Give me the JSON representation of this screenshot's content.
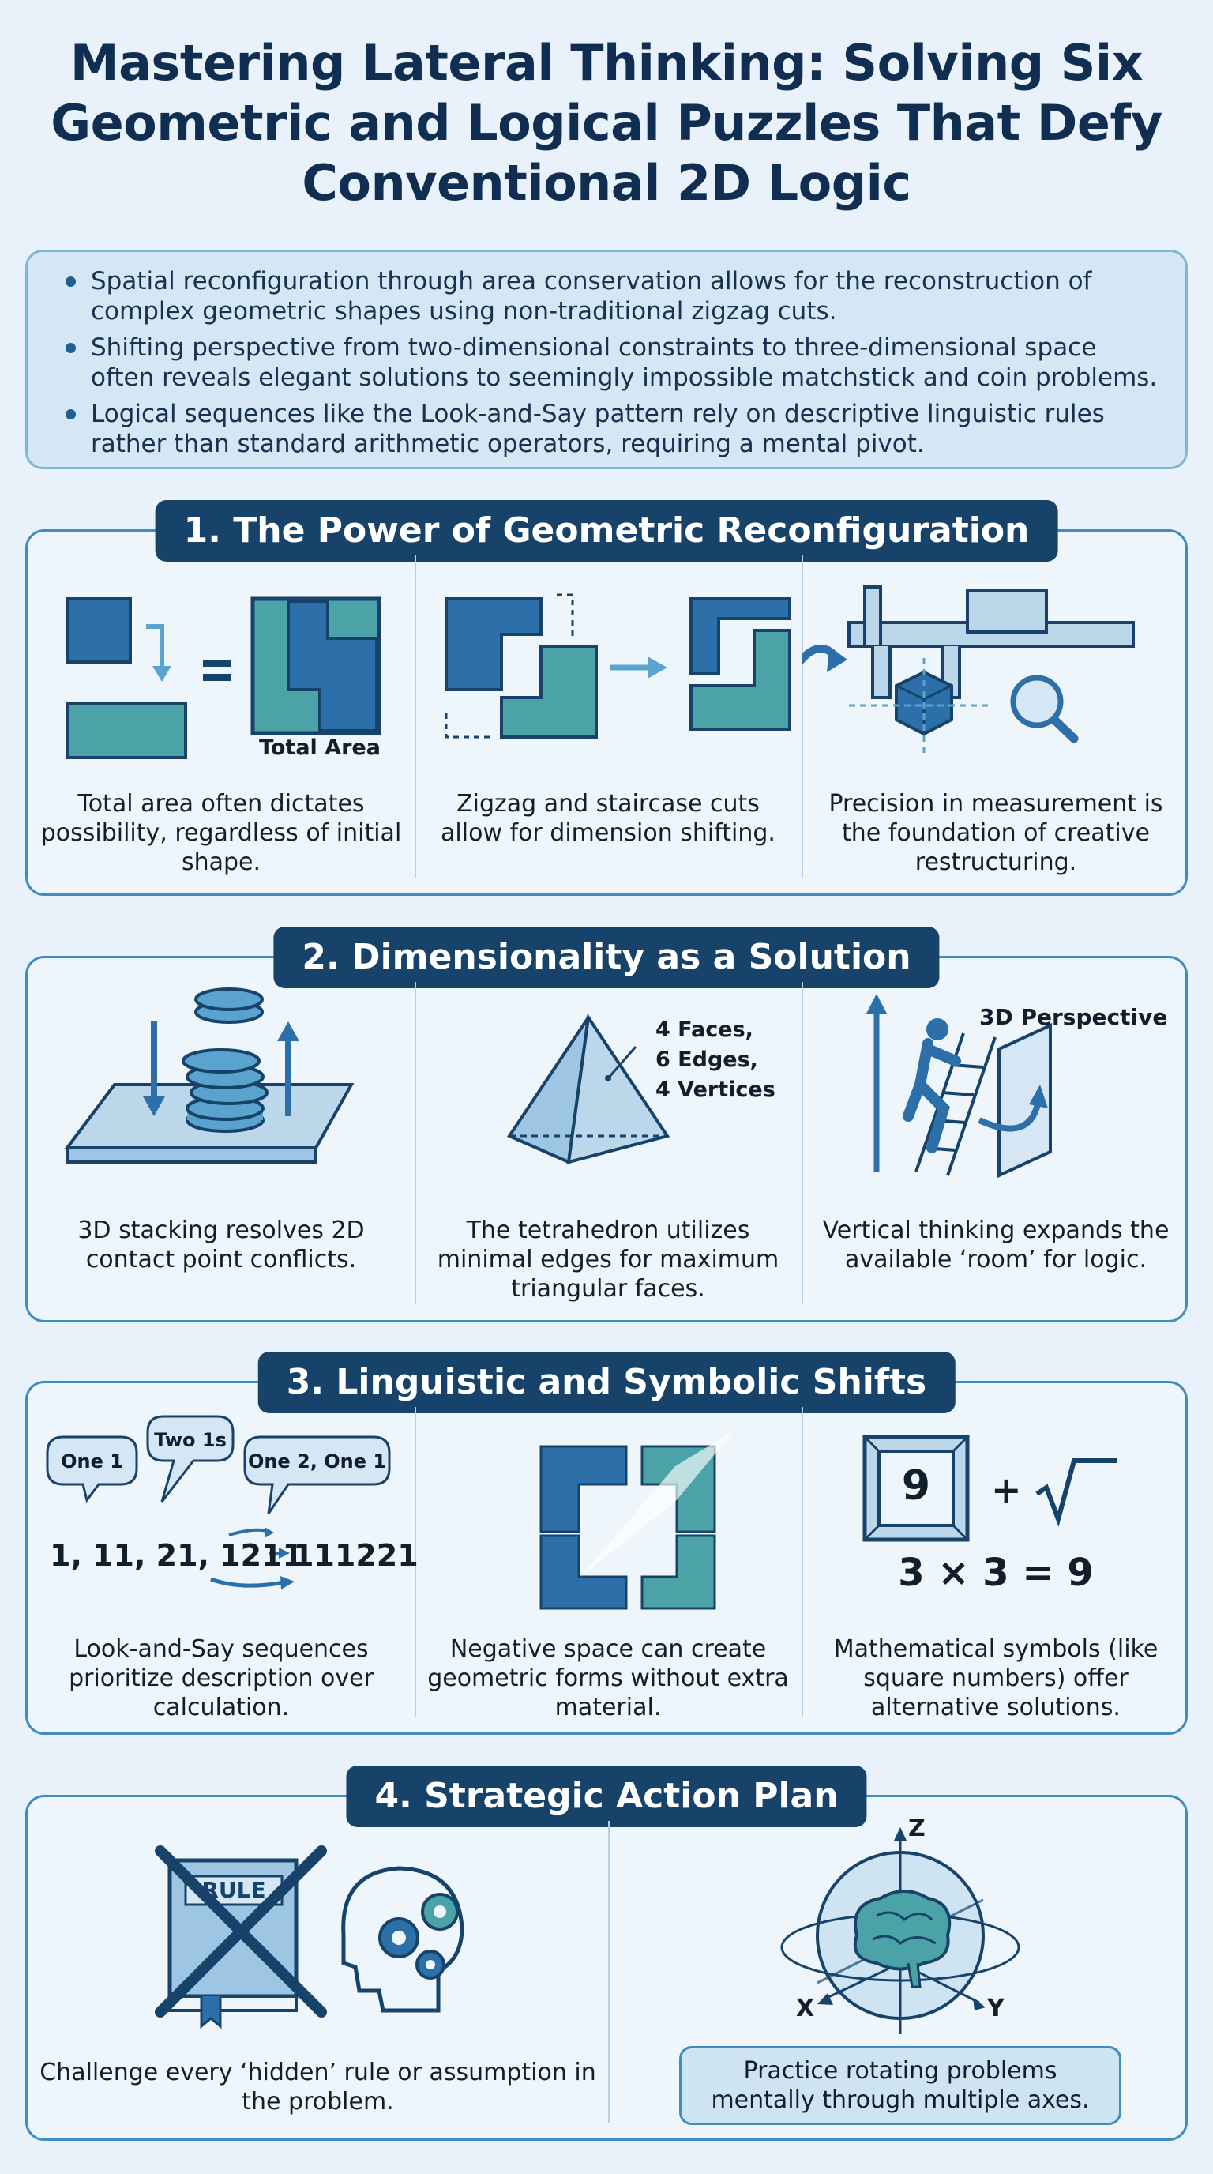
{
  "title": "Mastering Lateral Thinking: Solving Six Geometric and Logical Puzzles That Defy Conventional 2D Logic",
  "intro": [
    "Spatial reconfiguration through area conservation allows for the reconstruction of complex geometric shapes using non-traditional zigzag cuts.",
    "Shifting perspective from two-dimensional constraints to three-dimensional space often reveals elegant solutions to seemingly impossible matchstick and coin problems.",
    "Logical sequences like the Look-and-Say pattern rely on descriptive linguistic rules rather than standard arithmetic operators, requiring a mental pivot."
  ],
  "sections": [
    {
      "heading": "1. The Power of Geometric Reconfiguration",
      "items": [
        {
          "label": "Total Area",
          "caption": "Total area often dictates possibility, regardless of initial shape."
        },
        {
          "caption": "Zigzag and staircase cuts allow for dimension shifting."
        },
        {
          "caption": "Precision in measurement is the foundation of creative restructuring."
        }
      ]
    },
    {
      "heading": "2. Dimensionality as a Solution",
      "items": [
        {
          "caption": "3D stacking resolves 2D contact point conflicts."
        },
        {
          "label_lines": [
            "4 Faces,",
            "6 Edges,",
            "4 Vertices"
          ],
          "caption": "The tetrahedron utilizes minimal edges for maximum triangular faces."
        },
        {
          "label": "3D Perspective",
          "caption": "Vertical thinking expands the available ‘room’ for logic."
        }
      ]
    },
    {
      "heading": "3. Linguistic and Symbolic Shifts",
      "items": [
        {
          "bubbles": [
            "One 1",
            "Two 1s",
            "One 2, One 1"
          ],
          "sequence": "1, 11, 21, 1211",
          "result": "111221",
          "caption": "Look-and-Say sequences prioritize description over calculation."
        },
        {
          "caption": "Negative space can create geometric forms without extra material."
        },
        {
          "box_value": "9",
          "plus": "+",
          "equation": "3 × 3 = 9",
          "caption": "Mathematical symbols (like square numbers) offer alternative solutions."
        }
      ]
    },
    {
      "heading": "4. Strategic Action Plan",
      "items": [
        {
          "book_label": "RULE",
          "caption": "Challenge every ‘hidden’ rule or assumption in the problem."
        },
        {
          "axes": [
            "Z",
            "X",
            "Y"
          ],
          "caption": "Practice rotating problems mentally through multiple axes."
        }
      ]
    }
  ],
  "colors": {
    "navy": "#17436b",
    "blue": "#2d6fa8",
    "teal": "#4ba3a8",
    "light": "#d5e7f4",
    "border": "#3f8cc0"
  }
}
